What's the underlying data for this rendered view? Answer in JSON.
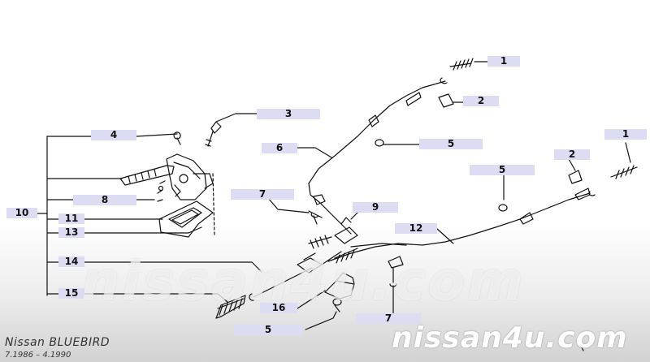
{
  "callouts": {
    "c1a": "1",
    "c2a": "2",
    "c3": "3",
    "c4": "4",
    "c5a": "5",
    "c6": "6",
    "c1b": "1",
    "c2b": "2",
    "c5b": "5",
    "c7a": "7",
    "c8": "8",
    "c9": "9",
    "c10": "10",
    "c11": "11",
    "c12": "12",
    "c13": "13",
    "c14": "14",
    "c15": "15",
    "c16": "16",
    "c7b": "7",
    "c5c": "5"
  },
  "watermark": {
    "center": "nissan4u.com",
    "corner": "nissan4u.com"
  },
  "caption": {
    "title": "Nissan BLUEBIRD",
    "range": "7.1986 – 4.1990"
  },
  "colors": {
    "label_bg": "#dcdcf2",
    "ink": "#111111"
  }
}
